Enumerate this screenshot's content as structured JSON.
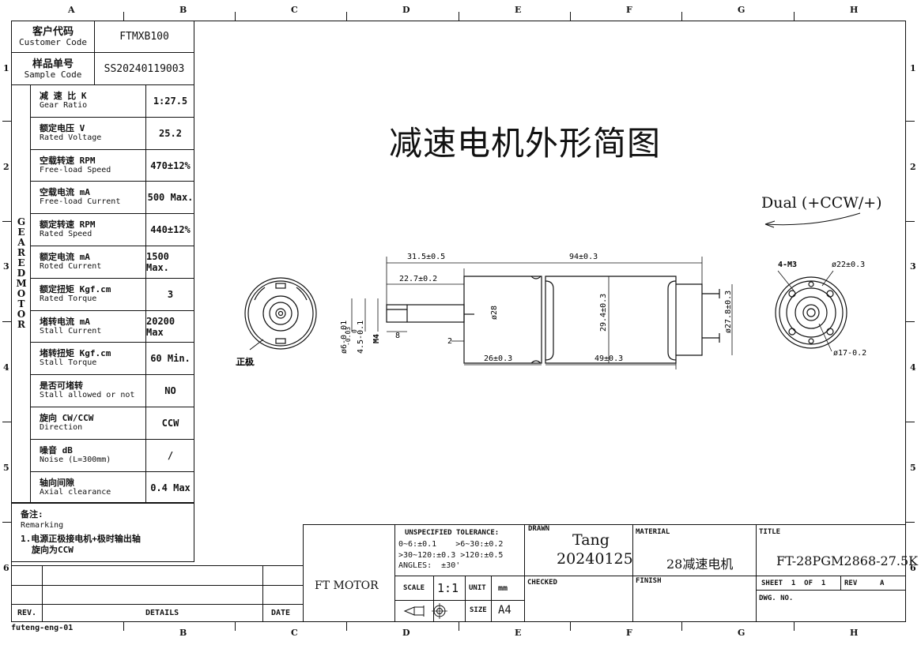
{
  "zones": {
    "top": [
      "A",
      "B",
      "C",
      "D",
      "E",
      "F",
      "G",
      "H"
    ],
    "bottom": [
      "B",
      "C",
      "D",
      "E",
      "F",
      "G",
      "H"
    ],
    "left": [
      "1",
      "2",
      "3",
      "4",
      "5",
      "6"
    ],
    "right": [
      "1",
      "2",
      "3",
      "4",
      "5",
      "6"
    ]
  },
  "header": {
    "customer_code_zh": "客户代码",
    "customer_code_en": "Customer Code",
    "customer_code_value": "FTMXB100",
    "sample_code_zh": "样品单号",
    "sample_code_en": "Sample Code",
    "sample_code_value": "SS20240119003"
  },
  "vertical_label": "GEARED MOTOR",
  "specs": [
    {
      "zh": "减 速 比 K",
      "en": "Gear Ratio",
      "value": "1:27.5"
    },
    {
      "zh": "额定电压 V",
      "en": "Rated Voltage",
      "value": "25.2"
    },
    {
      "zh": "空载转速 RPM",
      "en": "Free-load Speed",
      "value": "470±12%"
    },
    {
      "zh": "空载电流 mA",
      "en": "Free-load Current",
      "value": "500 Max."
    },
    {
      "zh": "额定转速 RPM",
      "en": "Rated Speed",
      "value": "440±12%"
    },
    {
      "zh": "额定电流 mA",
      "en": "Roted Current",
      "value": "1500 Max."
    },
    {
      "zh": "额定扭矩 Kgf.cm",
      "en": "Rated Torque",
      "value": "3"
    },
    {
      "zh": "堵转电流 mA",
      "en": "Stall Current",
      "value": "20200 Max"
    },
    {
      "zh": "堵转扭矩 Kgf.cm",
      "en": "Stall Torque",
      "value": "60 Min."
    },
    {
      "zh": "是否可堵转",
      "en": "Stall allowed or not",
      "value": "NO"
    },
    {
      "zh": "旋向 CW/CCW",
      "en": "Direction",
      "value": "CCW"
    },
    {
      "zh": "噪音 dB",
      "en": "Noise (L=300mm)",
      "value": "/"
    },
    {
      "zh": "轴向间隙",
      "en": "Axial clearance",
      "value": "0.4 Max"
    }
  ],
  "remarks": {
    "title_zh": "备注:",
    "title_en": "Remarking",
    "line1": "1.电源正极接电机+极时输出轴",
    "line2": "旋向为CCW"
  },
  "drawing": {
    "title": "减速电机外形简图",
    "direction_label": "Dual (+CCW/+)",
    "positive_label": "正极",
    "dims": {
      "d_31_5": "31.5±0.5",
      "d_94": "94±0.3",
      "d_22_7": "22.7±0.2",
      "d_26": "26±0.3",
      "d_49": "49±0.3",
      "d_28": "ø28",
      "d_29_4": "29.4±0.3",
      "d_27_8": "ø27.8±0.3",
      "d_8": "8",
      "d_2": "2",
      "d_m4": "M4",
      "d_shaft": "ø6-0.01",
      "d_shaft2": "-0.03",
      "d_flat": "4.5-0.1",
      "d_flat2": "0",
      "d_4m3": "4-M3",
      "d_22": "ø22±0.3",
      "d_17": "ø17-0.2"
    }
  },
  "revision": {
    "rev": "REV.",
    "details": "DETAILS",
    "date": "DATE"
  },
  "title_block": {
    "company": "FT MOTOR",
    "tolerance_title": "UNSPECIFIED TOLERANCE:",
    "tol_line1": "0~6:±0.1    >6~30:±0.2",
    "tol_line2": ">30~120:±0.3 >120:±0.5",
    "tol_line3": "ANGLES:  ±30'",
    "scale_label": "SCALE",
    "scale_value": "1:1",
    "unit_label": "UNIT",
    "unit_value": "mm",
    "size_label": "SIZE",
    "size_value": "A4",
    "drawn_label": "DRAWN",
    "drawn_name": "Tang",
    "drawn_date": "20240125",
    "checked_label": "CHECKED",
    "material_label": "MATERIAL",
    "material_value": "28减速电机",
    "finish_label": "FINISH",
    "title_label": "TITLE",
    "title_value": "FT-28PGM2868-27.5K",
    "sheet": "SHEET  1  OF  1",
    "rev_label": "REV",
    "rev_value": "A",
    "dwg_no": "DWG. NO."
  },
  "footer_code": "futeng-eng-01"
}
